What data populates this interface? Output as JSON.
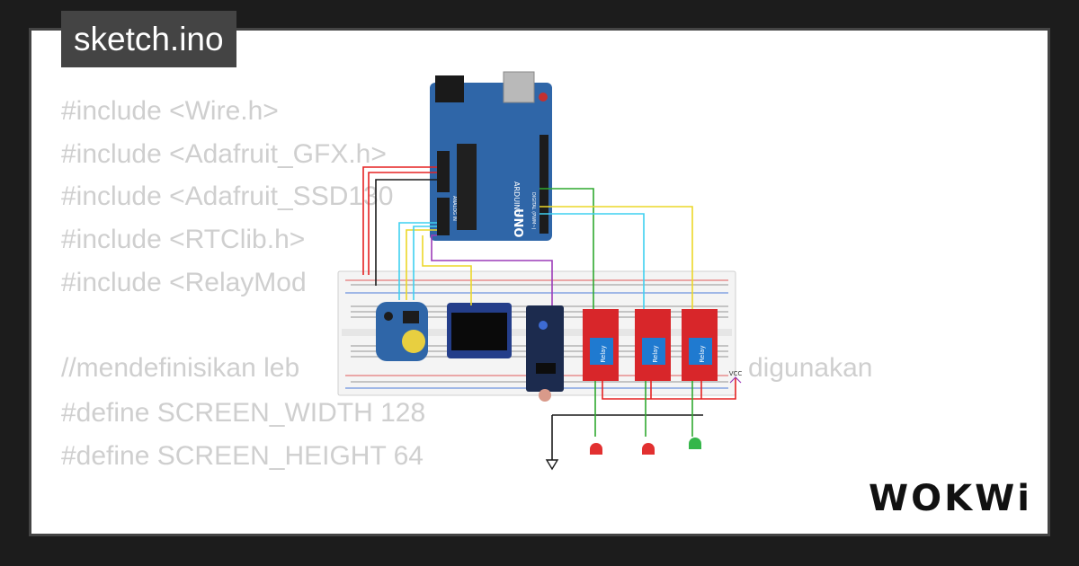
{
  "file_tab": {
    "label": "sketch.ino"
  },
  "code_lines": [
    {
      "text": "#include <Wire.h>"
    },
    {
      "text": "#include <Adafruit_GFX.h>"
    },
    {
      "text": "#include <Adafruit_SSD130"
    },
    {
      "text": "#include <RTClib.h>"
    },
    {
      "text": "#include <RelayMod"
    },
    {
      "text": ""
    },
    {
      "text": "//mendefinisikan leb"
    },
    {
      "text": "#define SCREEN_WIDTH 128"
    },
    {
      "text": "#define SCREEN_HEIGHT 64"
    }
  ],
  "code_fragment_right": "digunakan",
  "brand": {
    "text": "WOKWi"
  },
  "arduino": {
    "brand": "ARDUINO",
    "model": "UNO",
    "digital_label": "DIGITAL (PWM~)",
    "analog_label": "ANALOG IN"
  },
  "relays": [
    {
      "label": "Relay"
    },
    {
      "label": "Relay"
    },
    {
      "label": "Relay"
    }
  ],
  "vcc_label": "VCC",
  "colors": {
    "background": "#1c1c1c",
    "card": "#ffffff",
    "code_text": "#cfcfcf",
    "tab_bg": "#444444",
    "arduino_board": "#2f66a8",
    "relay_board": "#d8262a",
    "oled_bezel": "#243e8a",
    "wire_red": "#e52222",
    "wire_green": "#2fa82f",
    "wire_yellow": "#ecd728",
    "wire_cyan": "#3fd0f0",
    "wire_purple": "#9c3bb8"
  },
  "icons": [
    "ground-symbol-icon",
    "vcc-symbol-icon"
  ]
}
